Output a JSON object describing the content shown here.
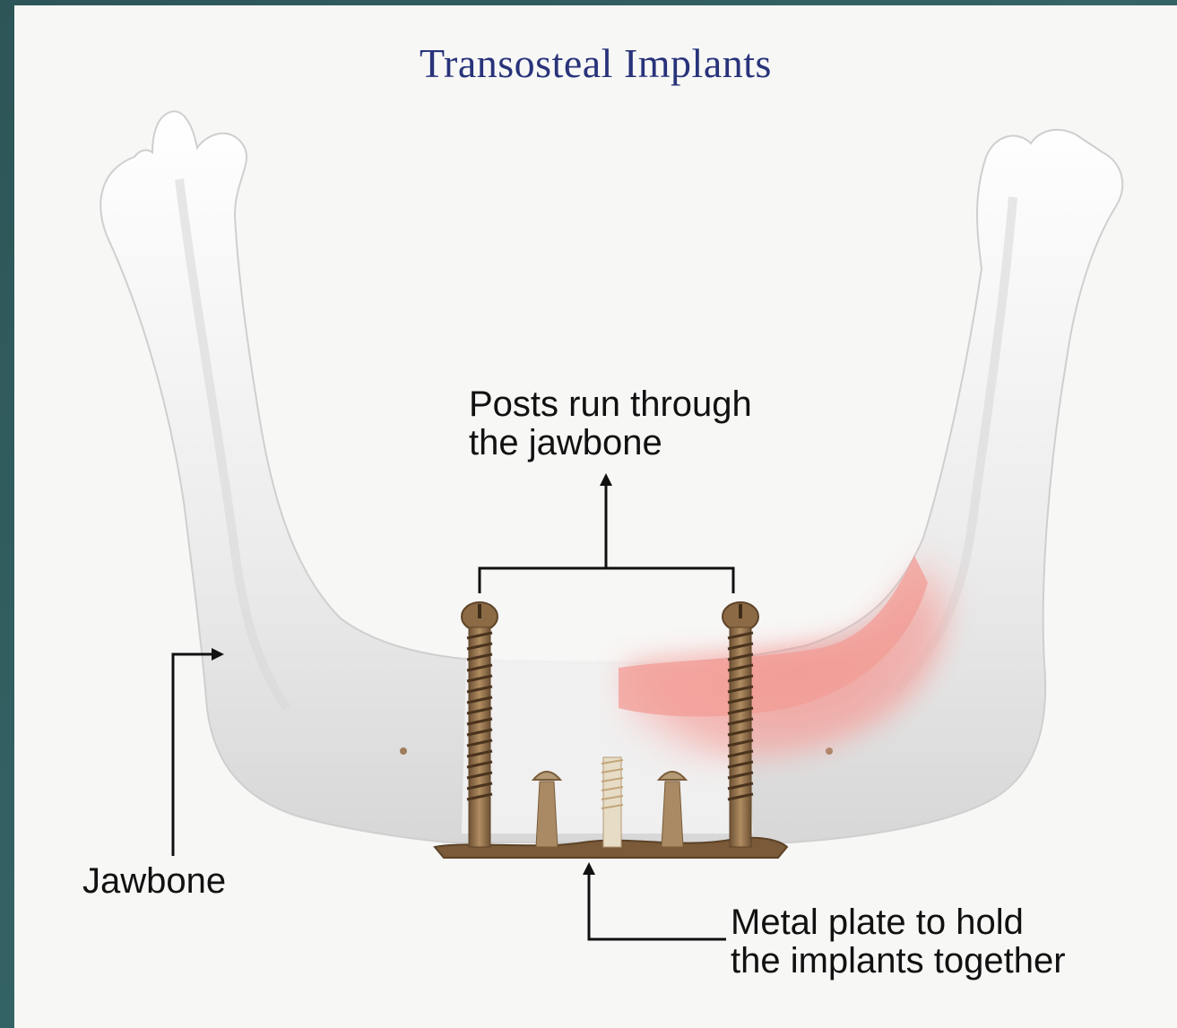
{
  "title": "Transosteal Implants",
  "labels": {
    "posts": [
      "Posts run through",
      "the jawbone"
    ],
    "jawbone": "Jawbone",
    "plate": [
      "Metal plate to hold",
      "the implants together"
    ]
  },
  "colors": {
    "frame": "#2f5a5c",
    "background": "#f7f7f6",
    "title": "#28337a",
    "bone": "#eeeeee",
    "gum": "#f29a95",
    "metal": "#8b6a45"
  }
}
